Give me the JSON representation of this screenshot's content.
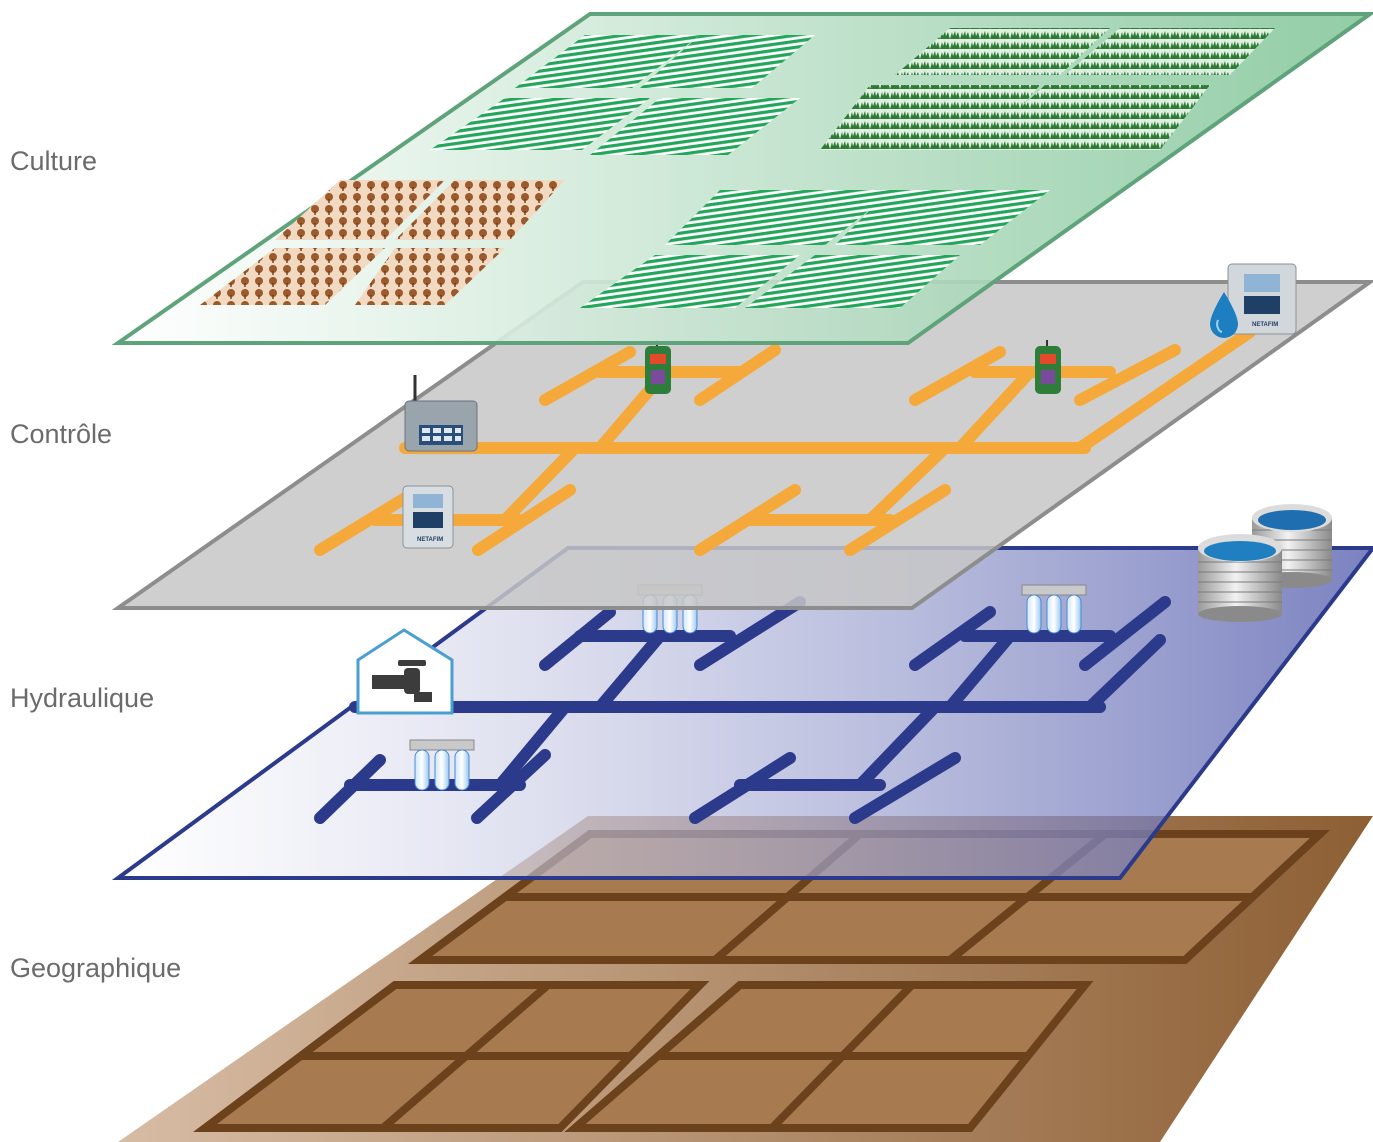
{
  "labels": {
    "culture": "Culture",
    "controle": "Contrôle",
    "hydraulique": "Hydraulique",
    "geographique": "Geographique"
  },
  "brand": "NETAFIM",
  "colors": {
    "culture_edge": "#5fa37b",
    "culture_fill": "#9ed4ae",
    "controle_edge": "#8d8d8d",
    "controle_fill": "#cfcfcf",
    "controle_pipe": "#f5a93a",
    "hydro_edge": "#2c3a8c",
    "hydro_fill": "#c4c8e6",
    "hydro_pipe": "#2c3a8c",
    "geo_edge": "#7a4f27",
    "geo_fill": "#a8774a",
    "crop_green": "#2aa05a",
    "tree_green": "#2f7b35",
    "tree_brown": "#9a5a2c",
    "water_blue": "#1d7fc0"
  },
  "icons": [
    "controller-icon",
    "antenna-controller-icon",
    "valve-unit-icon",
    "water-drop-icon",
    "filter-icon",
    "tank-icon",
    "faucet-icon"
  ]
}
